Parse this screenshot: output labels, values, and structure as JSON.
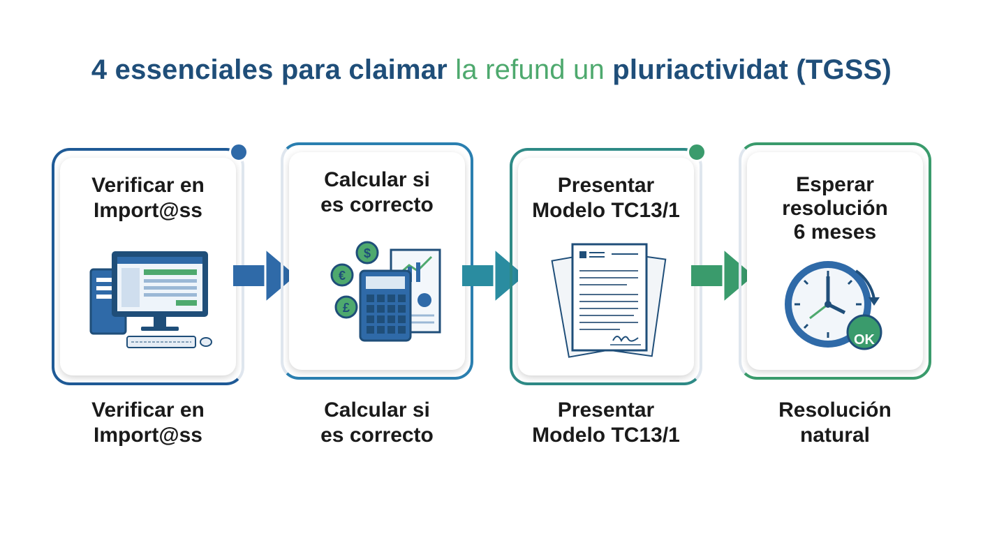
{
  "title": {
    "part1": "4 essenciales para claimar",
    "part2": "la refund un",
    "part3": "pluriactividat (TGSS)"
  },
  "colors": {
    "navy": "#1f4e79",
    "blue": "#2f6aa8",
    "teal": "#2a8ca0",
    "green": "#3a9b6c",
    "light_green": "#4ea96e"
  },
  "steps": [
    {
      "card_title": [
        "Verificar en",
        "Import@ss"
      ],
      "caption": [
        "Verificar en",
        "Import@ss"
      ],
      "icon": "computer-icon"
    },
    {
      "card_title": [
        "Calcular si",
        "es correcto"
      ],
      "caption": [
        "Calcular si",
        "es correcto"
      ],
      "icon": "calculator-icon"
    },
    {
      "card_title": [
        "Presentar",
        "Modelo TC13/1"
      ],
      "caption": [
        "Presentar",
        "Modelo TC13/1"
      ],
      "icon": "document-icon"
    },
    {
      "card_title": [
        "Esperar",
        "resolución",
        "6 meses"
      ],
      "caption": [
        "Resolución",
        "natural"
      ],
      "icon": "clock-icon",
      "badge": "OK"
    }
  ]
}
